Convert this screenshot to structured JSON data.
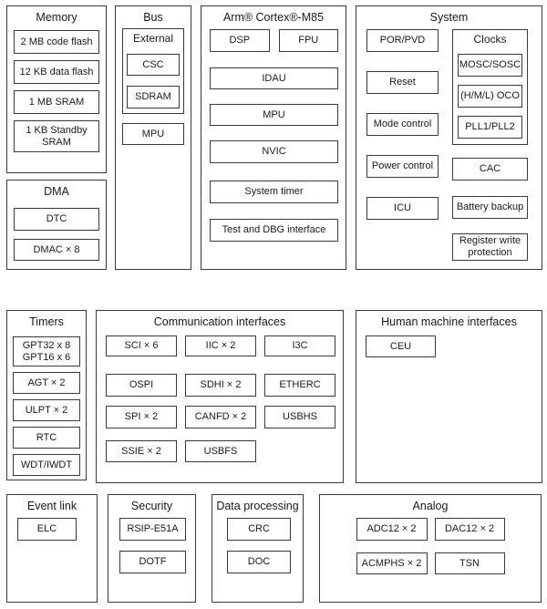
{
  "colors": {
    "border": "#3a3a3a",
    "text": "#1a1a1a",
    "background": "#ffffff"
  },
  "sections": {
    "memory": {
      "title": "Memory",
      "items": [
        "2 MB code flash",
        "12 KB data flash",
        "1 MB SRAM",
        "1 KB Standby SRAM"
      ]
    },
    "dma": {
      "title": "DMA",
      "items": [
        "DTC",
        "DMAC × 8"
      ]
    },
    "bus": {
      "title": "Bus",
      "external_group": {
        "title": "External",
        "items": [
          "CSC",
          "SDRAM"
        ]
      },
      "mpu": "MPU"
    },
    "cpu": {
      "title": "Arm® Cortex®-M85",
      "top_row": [
        "DSP",
        "FPU"
      ],
      "items": [
        "IDAU",
        "MPU",
        "NVIC",
        "System timer",
        "Test and DBG interface"
      ]
    },
    "system": {
      "title": "System",
      "left_items": [
        "POR/PVD",
        "Reset",
        "Mode control",
        "Power control",
        "ICU"
      ],
      "clocks_group": {
        "title": "Clocks",
        "items": [
          "MOSC/SOSC",
          "(H/M/L) OCO",
          "PLL1/PLL2"
        ]
      },
      "right_items": [
        "CAC",
        "Battery backup",
        "Register write protection"
      ]
    },
    "timers": {
      "title": "Timers",
      "items": [
        "GPT32 x 8\nGPT16 x 6",
        "AGT × 2",
        "ULPT × 2",
        "RTC",
        "WDT/IWDT"
      ]
    },
    "communication": {
      "title": "Communication interfaces",
      "rows": [
        [
          "SCI × 6",
          "IIC × 2",
          "I3C"
        ],
        [
          "OSPI",
          "SDHI × 2",
          "ETHERC"
        ],
        [
          "SPI × 2",
          "CANFD × 2",
          "USBHS"
        ],
        [
          "SSIE × 2",
          "USBFS"
        ]
      ]
    },
    "hmi": {
      "title": "Human machine interfaces",
      "items": [
        "CEU"
      ]
    },
    "event_link": {
      "title": "Event link",
      "items": [
        "ELC"
      ]
    },
    "security": {
      "title": "Security",
      "items": [
        "RSIP-E51A",
        "DOTF"
      ]
    },
    "data_processing": {
      "title": "Data processing",
      "items": [
        "CRC",
        "DOC"
      ]
    },
    "analog": {
      "title": "Analog",
      "rows": [
        [
          "ADC12 × 2",
          "DAC12 × 2"
        ],
        [
          "ACMPHS × 2",
          "TSN"
        ]
      ]
    }
  }
}
